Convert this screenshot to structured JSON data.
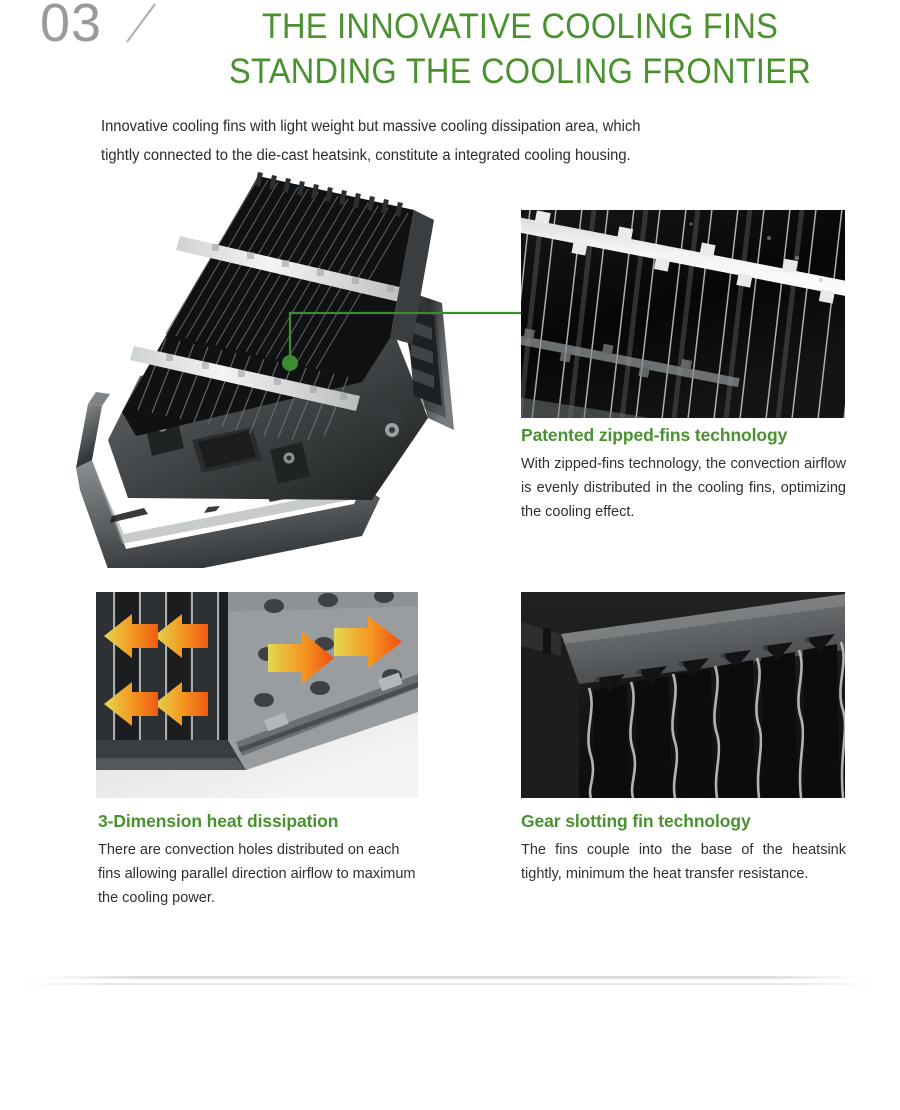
{
  "header": {
    "section_number": "03",
    "title_lines": [
      "THE INNOVATIVE COOLING FINS",
      "STANDING THE COOLING FRONTIER"
    ],
    "title_color": "#4a9130",
    "number_color": "#9a9a9a"
  },
  "intro": {
    "line1": "Innovative cooling fins with light weight but massive cooling dissipation area, which",
    "line2": "tightly connected to the die-cast heatsink, constitute a integrated cooling housing."
  },
  "images": {
    "hero": {
      "alt": "LED floodlight with zipped cooling fins and U-shaped mounting bracket",
      "callout_color": "#3d8c32"
    },
    "fin_macro": {
      "alt": "Close-up macro photo of zipped fins with interlocking zipper strip"
    },
    "airflow": {
      "alt": "3D render of heatsink with convection holes and orange airflow arrows"
    },
    "gear": {
      "alt": "Close-up photo of gear slotting fins coupled into the heatsink base"
    }
  },
  "captions": [
    {
      "id": "zipped",
      "title": "Patented zipped-fins technology",
      "body": "With zipped-fins technology, the convection airflow is evenly distributed in the cooling fins, optimizing the cooling effect."
    },
    {
      "id": "three-dimension",
      "title": "3-Dimension heat dissipation",
      "body": "There are convection holes distributed on each fins allowing parallel direction airflow to maximum the cooling power."
    },
    {
      "id": "gear",
      "title": "Gear slotting fin technology",
      "body": "The fins couple into the base of the heatsink tightly, minimum the heat transfer resistance."
    }
  ],
  "colors": {
    "brand_green": "#4a9130",
    "body_text": "#2f2f2f",
    "arrow_orange": "#f07a1a",
    "arrow_yellow": "#e8d44a",
    "divider": "#dddddd"
  }
}
